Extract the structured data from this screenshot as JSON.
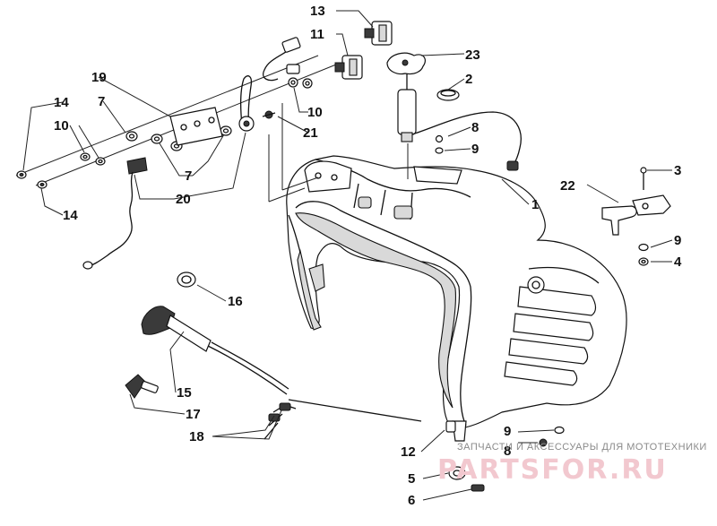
{
  "callouts": {
    "c1": "1",
    "c2": "2",
    "c3": "3",
    "c4": "4",
    "c5": "5",
    "c6": "6",
    "c7a": "7",
    "c7b": "7",
    "c8a": "8",
    "c8b": "8",
    "c9a": "9",
    "c9b": "9",
    "c9c": "9",
    "c10a": "10",
    "c10b": "10",
    "c11": "11",
    "c12": "12",
    "c13": "13",
    "c14a": "14",
    "c14b": "14",
    "c15": "15",
    "c16": "16",
    "c17": "17",
    "c18": "18",
    "c19": "19",
    "c20": "20",
    "c21": "21",
    "c22": "22",
    "c23": "23"
  },
  "watermark": {
    "caption": "ЗАПЧАСТИ И АКСЕССУАРЫ ДЛЯ МОТОТЕХНИКИ",
    "brand": "PARTSFOR.RU"
  },
  "colors": {
    "ink": "#111111",
    "watermark_brand": "#f2c8cf",
    "watermark_caption": "#8a8a8a"
  }
}
